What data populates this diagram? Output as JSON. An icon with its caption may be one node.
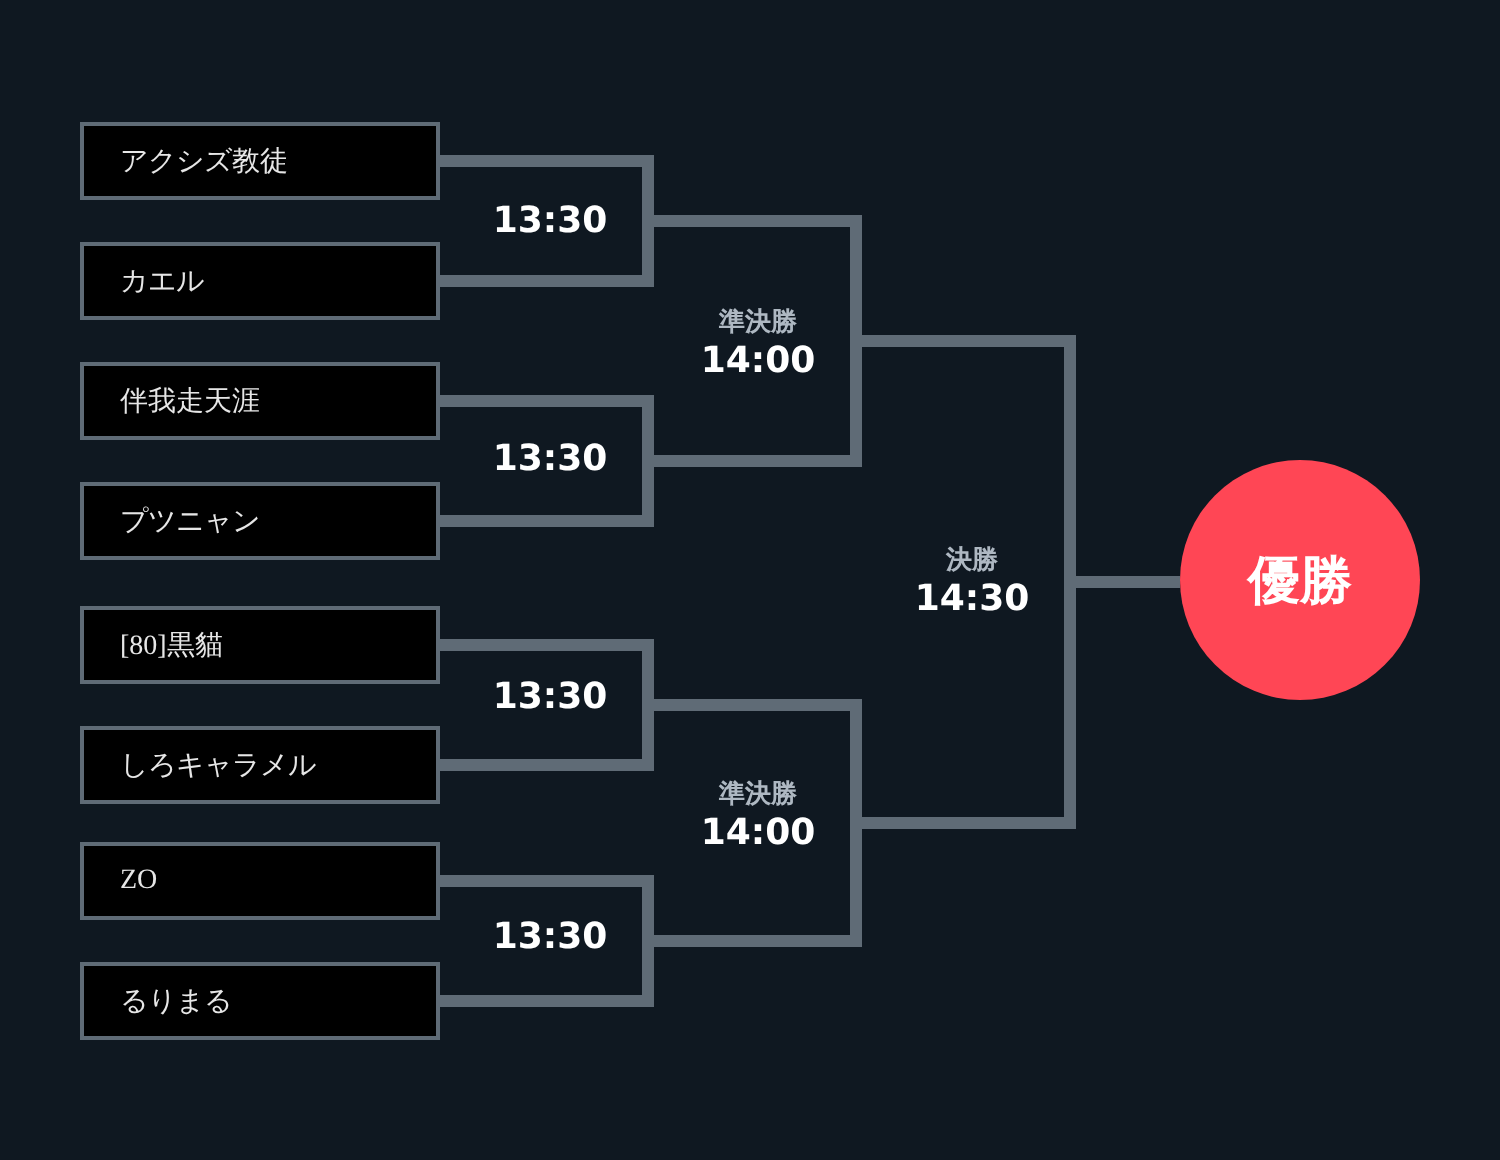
{
  "diagram": {
    "nodes": [
      {
        "text": [
          "アクシズ教徒"
        ]
      },
      {
        "text": [
          "カエル"
        ]
      },
      {
        "text": [
          "伴我走天涯"
        ]
      },
      {
        "text": [
          "プツニャン"
        ]
      },
      {
        "text": [
          "[80]黒貓"
        ]
      },
      {
        "text": [
          "しろキャラメル"
        ]
      },
      {
        "text": [
          "ZO"
        ]
      },
      {
        "text": [
          "るりまる"
        ]
      },
      {
        "text": [
          "13:30"
        ]
      },
      {
        "text": [
          "13:30"
        ]
      },
      {
        "text": [
          "13:30"
        ]
      },
      {
        "text": [
          "13:30"
        ]
      },
      {
        "text": [
          "準決勝",
          "14:00"
        ]
      },
      {
        "text": [
          "準決勝",
          "14:00"
        ]
      },
      {
        "text": [
          "決勝",
          "14:30"
        ]
      },
      {
        "text": [
          "優勝"
        ]
      }
    ],
    "edges": [
      {
        "from": 0,
        "to": 8,
        "arrow": "none"
      },
      {
        "from": 1,
        "to": 8,
        "arrow": "none"
      },
      {
        "from": 2,
        "to": 9,
        "arrow": "none"
      },
      {
        "from": 3,
        "to": 9,
        "arrow": "none"
      },
      {
        "from": 4,
        "to": 10,
        "arrow": "none"
      },
      {
        "from": 5,
        "to": 10,
        "arrow": "none"
      },
      {
        "from": 6,
        "to": 11,
        "arrow": "none"
      },
      {
        "from": 7,
        "to": 11,
        "arrow": "none"
      },
      {
        "from": 8,
        "to": 12,
        "arrow": "none"
      },
      {
        "from": 9,
        "to": 12,
        "arrow": "none"
      },
      {
        "from": 10,
        "to": 13,
        "arrow": "none"
      },
      {
        "from": 11,
        "to": 13,
        "arrow": "none"
      },
      {
        "from": 12,
        "to": 14,
        "arrow": "none"
      },
      {
        "from": 13,
        "to": 14,
        "arrow": "none"
      },
      {
        "from": 14,
        "to": 15,
        "arrow": "none"
      }
    ]
  }
}
